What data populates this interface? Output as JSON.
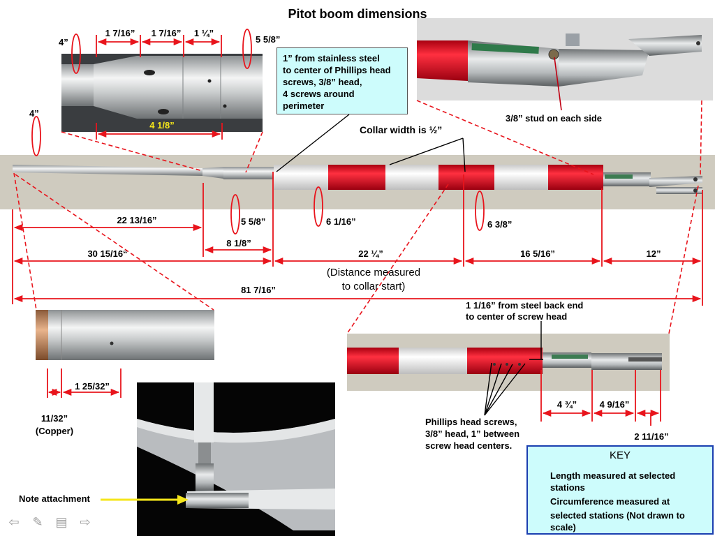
{
  "title": "Pitot boom dimensions",
  "callout": {
    "line1": "1” from stainless steel",
    "line2": "to center of Phillips head",
    "line3": "screws, 3/8” head,",
    "line4": "4 screws around",
    "line5": "perimeter"
  },
  "top_inset": {
    "dims": [
      "1 7/16”",
      "1 7/16”",
      "1 ¼”"
    ],
    "circ_left": "4”",
    "circ_right": "5 5/8”",
    "bottom_dim": "4 1/8”"
  },
  "stud_label": "3/8” stud on each side",
  "collar_label": "Collar width is ½”",
  "main": {
    "circ_tip": "4”",
    "circ_1": "5 5/8”",
    "circ_2": "6 1/16”",
    "circ_3": "6 3/8”",
    "dim_a": "22 13/16”",
    "dim_b": "8 1/8”",
    "dim_c": "30 15/16“",
    "dim_d": "22 ¼”",
    "dim_e": "16 5/16”",
    "dim_f": "12”",
    "note1": "(Distance measured",
    "note2": "to collar start)",
    "total": "81 7/16”"
  },
  "tip_inset": {
    "dim_copper": "11/32”",
    "copper_label": "(Copper)",
    "dim_2": "1 25/32”"
  },
  "back_inset": {
    "top_note1": "1 1/16” from steel back end",
    "top_note2": "to center of screw head",
    "dim_1": "4 ¾”",
    "dim_2": "4 9/16”",
    "dim_3": "2 11/16”",
    "screws1": "Phillips head screws,",
    "screws2": "3/8” head, 1” between",
    "screws3": "screw head centers."
  },
  "attachment_label": "Note attachment",
  "key": {
    "title": "KEY",
    "length1": "Length measured at selected",
    "length2": "stations",
    "circ1": "Circumference measured at",
    "circ2": "selected stations (Not drawn to",
    "circ3": "scale)"
  },
  "colors": {
    "dimension": "#e8141c",
    "callout_bg": "#cdfcfc",
    "key_border": "#1a3fb0",
    "boom_red": "#e01020",
    "label_yellow": "#f5e61a"
  }
}
